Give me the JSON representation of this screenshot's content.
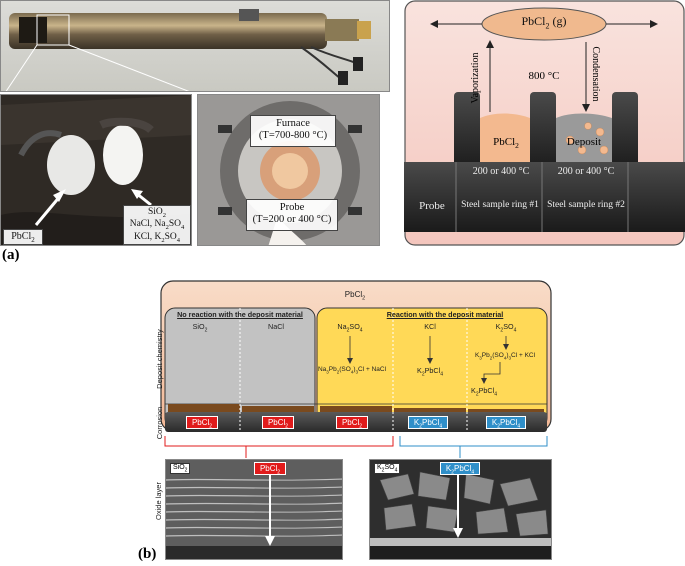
{
  "panel_a": {
    "letter": "(a)",
    "photo_labels": {
      "pbcl2": "PbCl",
      "pbcl2_sub": "2",
      "salts_line1": "SiO",
      "salts_line1_sub": "2",
      "salts_line2a": "NaCl, Na",
      "salts_line2_sub1": "2",
      "salts_line2b": "SO",
      "salts_line2_sub2": "4",
      "salts_line3a": "KCl, K",
      "salts_line3_sub1": "2",
      "salts_line3b": "SO",
      "salts_line3_sub2": "4",
      "furnace_line1": "Furnace",
      "furnace_line2": "(T=700-800 °C)",
      "probe_line1": "Probe",
      "probe_line2": "(T=200 or 400 °C)"
    },
    "schematic": {
      "gas_label": "PbCl",
      "gas_sub": "2",
      "gas_suffix": " (g)",
      "vaporization": "Vaporization",
      "condensation": "Condensation",
      "furnace_temp": "800 °C",
      "pbcl2_label": "PbCl",
      "pbcl2_sub": "2",
      "deposit_label": "Deposit",
      "ring_temp_1": "200 or 400 °C",
      "ring_temp_2": "200 or 400 °C",
      "probe_label": "Probe",
      "ring_1": "Steel sample ring #1",
      "ring_2": "Steel sample ring #2"
    }
  },
  "panel_b": {
    "letter": "(b)",
    "top_label": "PbCl",
    "top_label_sub": "2",
    "no_reaction_title": "No reaction with the deposit material",
    "reaction_title": "Reaction with the deposit material",
    "side_label_deposit": "Deposit chemistry",
    "side_label_corrosion": "Corrosion",
    "side_label_oxide": "Oxide layer",
    "compounds": {
      "sio2": "SiO",
      "sio2_sub": "2",
      "nacl": "NaCl",
      "na2so4": "Na",
      "na2so4_sub1": "2",
      "na2so4_mid": "SO",
      "na2so4_sub2": "4",
      "kcl": "KCl",
      "k2so4": "K",
      "k2so4_sub1": "2",
      "k2so4_mid": "SO",
      "k2so4_sub2": "4",
      "na_product": "Na",
      "na_product_s1": "3",
      "na_product_m1": "Pb",
      "na_product_s2": "2",
      "na_product_m2": "(SO",
      "na_product_s3": "4",
      "na_product_m3": ")",
      "na_product_s4": "3",
      "na_product_tail": "Cl + NaCl",
      "k2pbcl4": "K",
      "k2pbcl4_s1": "2",
      "k2pbcl4_m": "PbCl",
      "k2pbcl4_s2": "4",
      "k_product": "K",
      "k_product_s1": "3",
      "k_product_m1": "Pb",
      "k_product_s2": "2",
      "k_product_m2": "(SO",
      "k_product_s3": "4",
      "k_product_m3": ")",
      "k_product_s4": "3",
      "k_product_tail": "Cl + KCl",
      "k2pbcl4_b": "K",
      "k2pbcl4_b_s1": "2",
      "k2pbcl4_b_m": "PbCl",
      "k2pbcl4_b_s2": "4"
    },
    "corrosion_tags": [
      {
        "text": "PbCl",
        "sub": "2",
        "color": "red"
      },
      {
        "text": "PbCl",
        "sub": "2",
        "color": "red"
      },
      {
        "text": "PbCl",
        "sub": "2",
        "color": "red"
      },
      {
        "text": "K",
        "sub": "2",
        "tail": "PbCl",
        "sub2": "4",
        "color": "blue"
      },
      {
        "text": "K",
        "sub": "2",
        "tail": "PbCl",
        "sub2": "4",
        "color": "blue"
      }
    ],
    "sem_left_label": "SiO",
    "sem_left_label_sub": "2",
    "sem_left_tag": "PbCl",
    "sem_left_tag_sub": "2",
    "sem_right_label": "K",
    "sem_right_label_sub1": "2",
    "sem_right_label_mid": "SO",
    "sem_right_label_sub2": "4",
    "sem_right_tag": "K",
    "sem_right_tag_sub1": "2",
    "sem_right_tag_mid": "PbCl",
    "sem_right_tag_sub2": "4"
  },
  "colors": {
    "no_reaction_bg": "#c2c2c2",
    "reaction_bg": "#ffd957",
    "top_bg": "#f6c9ad",
    "red_tag": "#e11b1b",
    "blue_tag": "#2f8fc9",
    "schematic_bg": "#f8d5cc",
    "deposit_orange": "#f3b98f"
  }
}
